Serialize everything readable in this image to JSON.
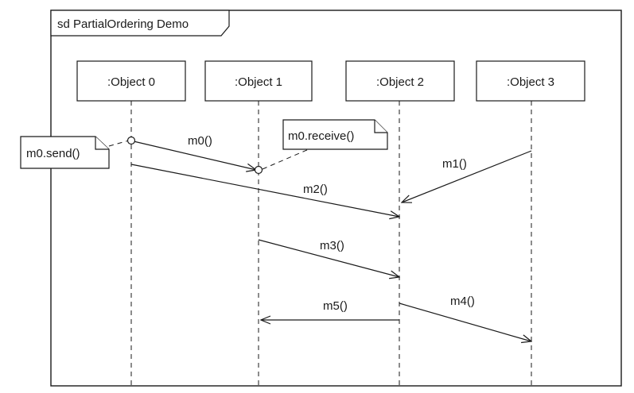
{
  "frame": {
    "title": "sd PartialOrdering Demo"
  },
  "lifelines": [
    {
      "id": "obj0",
      "label": ":Object 0"
    },
    {
      "id": "obj1",
      "label": ":Object 1"
    },
    {
      "id": "obj2",
      "label": ":Object 2"
    },
    {
      "id": "obj3",
      "label": ":Object 3"
    }
  ],
  "messages": [
    {
      "id": "m0",
      "label": "m0()",
      "from": "obj0",
      "to": "obj1"
    },
    {
      "id": "m1",
      "label": "m1()",
      "from": "obj3",
      "to": "obj2"
    },
    {
      "id": "m2",
      "label": "m2()",
      "from": "obj0",
      "to": "obj2"
    },
    {
      "id": "m3",
      "label": "m3()",
      "from": "obj1",
      "to": "obj2"
    },
    {
      "id": "m4",
      "label": "m4()",
      "from": "obj2",
      "to": "obj3"
    },
    {
      "id": "m5",
      "label": "m5()",
      "from": "obj2",
      "to": "obj1"
    }
  ],
  "notes": [
    {
      "id": "send-note",
      "text": "m0.send()"
    },
    {
      "id": "receive-note",
      "text": "m0.receive()"
    }
  ]
}
